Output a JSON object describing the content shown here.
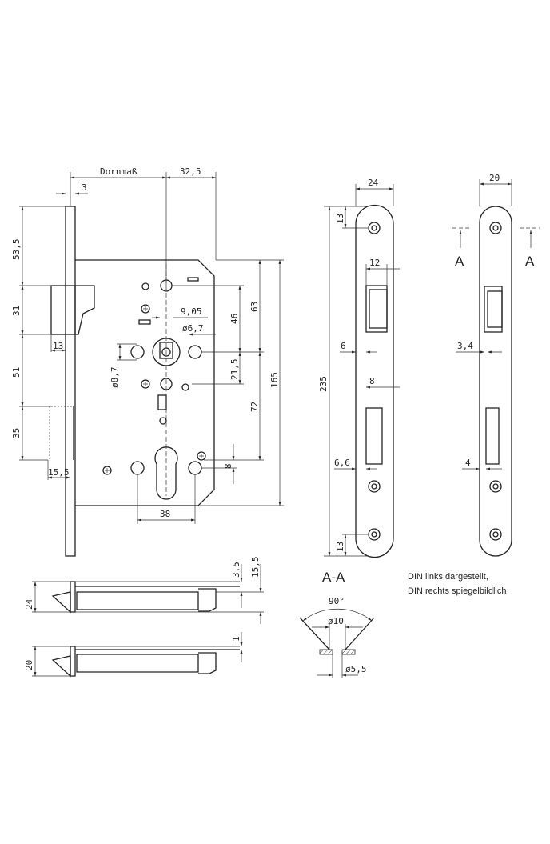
{
  "title": "Einsteckschloss Maßzeichnung",
  "front_view": {
    "dornmass": "Dornmaß",
    "d32_5": "32,5",
    "d3": "3",
    "d53_5": "53,5",
    "d31": "31",
    "d13": "13",
    "d51": "51",
    "d35": "35",
    "d15_5": "15,5",
    "d9_05": "9,05",
    "d6_7": "ø6,7",
    "d46": "46",
    "d63": "63",
    "d8_7": "ø8,7",
    "d21_5": "21,5",
    "d72": "72",
    "d165": "165",
    "d8": "8",
    "d38": "38"
  },
  "faceplate_1": {
    "d24": "24",
    "d13_top": "13",
    "d12": "12",
    "d6": "6",
    "d8": "8",
    "d6_6": "6,6",
    "d13_bottom": "13",
    "d235": "235"
  },
  "faceplate_2": {
    "d20": "20",
    "section_left": "A",
    "section_right": "A",
    "d3_4": "3,4",
    "d4": "4"
  },
  "top_views": {
    "d3_5": "3,5",
    "d15_5": "15,5",
    "d24": "24",
    "d1": "1",
    "d20": "20"
  },
  "section": {
    "title": "A-A",
    "angle": "90°",
    "d10": "ø10",
    "d5_5": "ø5,5"
  },
  "note": {
    "line1": "DIN links dargestellt,",
    "line2": "DIN rechts spiegelbildlich"
  }
}
